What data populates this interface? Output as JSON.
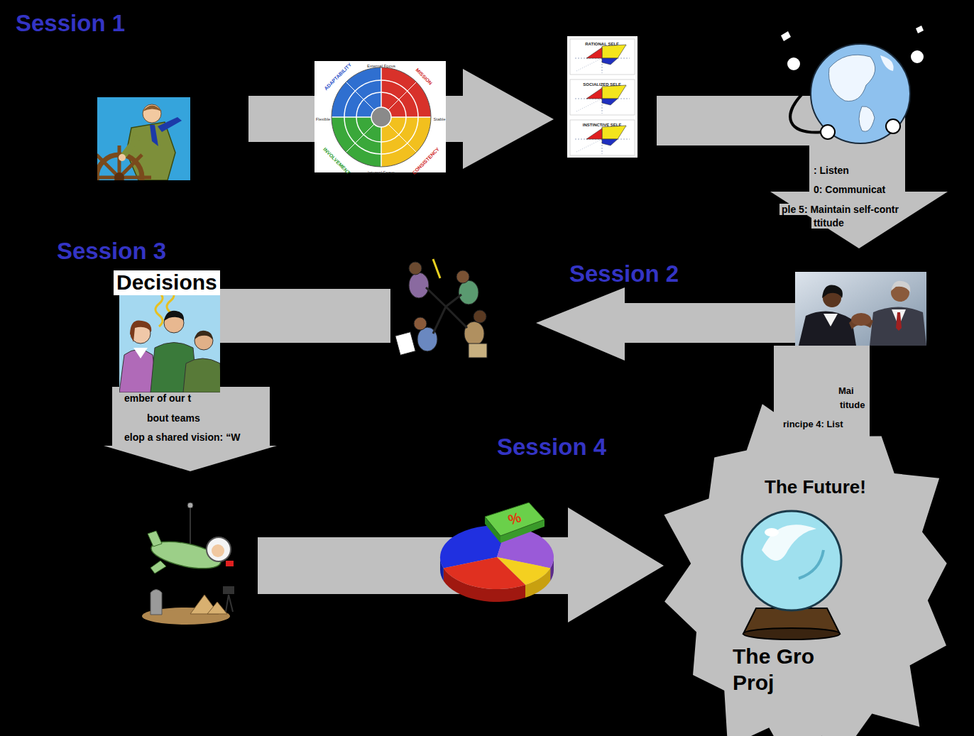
{
  "diagram": {
    "nodes": [
      {
        "text": [
          "Decisions"
        ]
      },
      {
        "text": [
          "The Future!",
          "The Gro",
          "Proj"
        ]
      }
    ],
    "labels": [
      "Session 1",
      "External Focus",
      "ADAPTABILITY",
      "MISSION",
      "Flexible",
      "Stable",
      "INVOLVEMENT",
      "CONSISTENCY",
      "Internal Focus",
      "RATIONAL SELF",
      "SOCIALIZED SELF",
      "INSTINCTIVE SELF",
      ": Listen",
      "0: Communicat",
      "ple 5: Maintain self-contr",
      "ttitude",
      "Session 3",
      "Session 2",
      "ember of our t",
      "bout teams",
      "elop a shared vision: “W",
      "Mai",
      "titude",
      "rincipe 4: List",
      "Session 4",
      "%"
    ]
  }
}
